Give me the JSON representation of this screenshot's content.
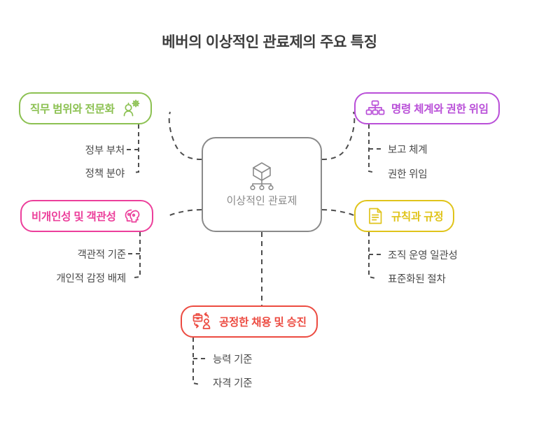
{
  "title": "베버의 이상적인 관료제의 주요 특징",
  "center": {
    "label": "이상적인 관료제",
    "icon": "cube-hierarchy-icon",
    "color": "#8a8a8a"
  },
  "colors": {
    "green": "#8CC152",
    "purple": "#B94FD8",
    "pink": "#EC3F9B",
    "yellow": "#E0C41B",
    "red": "#EC4B41",
    "connector": "#4d4d4d",
    "sub_text": "#4a4a4a",
    "title_text": "#3d3d3d",
    "background": "#ffffff"
  },
  "branches": [
    {
      "id": "job-scope",
      "label": "직무 범위와 전문화",
      "icon": "person-gear-icon",
      "color": "#8CC152",
      "side": "left",
      "sub_items": [
        "정부 부처",
        "정책 분야"
      ]
    },
    {
      "id": "chain-of-command",
      "label": "명령 체계와 권한 위임",
      "icon": "org-chart-icon",
      "color": "#B94FD8",
      "side": "right",
      "sub_items": [
        "보고 체계",
        "권한 위임"
      ]
    },
    {
      "id": "impersonality",
      "label": "비개인성 및 객관성",
      "icon": "two-heads-icon",
      "color": "#EC3F9B",
      "side": "left",
      "sub_items": [
        "객관적 기준",
        "개인적 감정 배제"
      ]
    },
    {
      "id": "rules-regulations",
      "label": "규칙과 규정",
      "icon": "document-icon",
      "color": "#E0C41B",
      "side": "right",
      "sub_items": [
        "조직 운영 일관성",
        "표준화된 절차"
      ]
    },
    {
      "id": "fair-hiring",
      "label": "공정한 채용 및 승진",
      "icon": "briefcase-person-icon",
      "color": "#EC4B41",
      "side": "bottom",
      "sub_items": [
        "능력 기준",
        "자격 기준"
      ]
    }
  ]
}
